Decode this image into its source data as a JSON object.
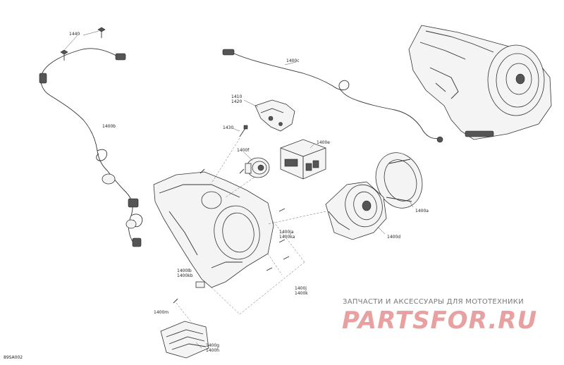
{
  "figure_code": "89SA002",
  "callouts": {
    "c1440": "1440",
    "c1400b": "1400b",
    "c1400c": "1400c",
    "c1410_1420": "1410\n1420",
    "c1430": "1430",
    "c1400f": "1400f",
    "c1400e_module": "1400e",
    "c1400a": "1400a",
    "c1400d": "1400d",
    "c1400ja_ka": "1400ja\n1400ka",
    "c1400lb_kb": "1400lb\n1400kb",
    "c1400j_k": "1400j\n1400k",
    "c1400m": "1400m",
    "c1400g_h": "1400g\n1400h"
  },
  "watermark": {
    "text": "ЗАПЧАСТИ И АКСЕССУАРЫ ДЛЯ МОТОТЕХНИКИ",
    "logo": "PARTSFOR.RU",
    "logo_color": "#e8a0a0"
  }
}
